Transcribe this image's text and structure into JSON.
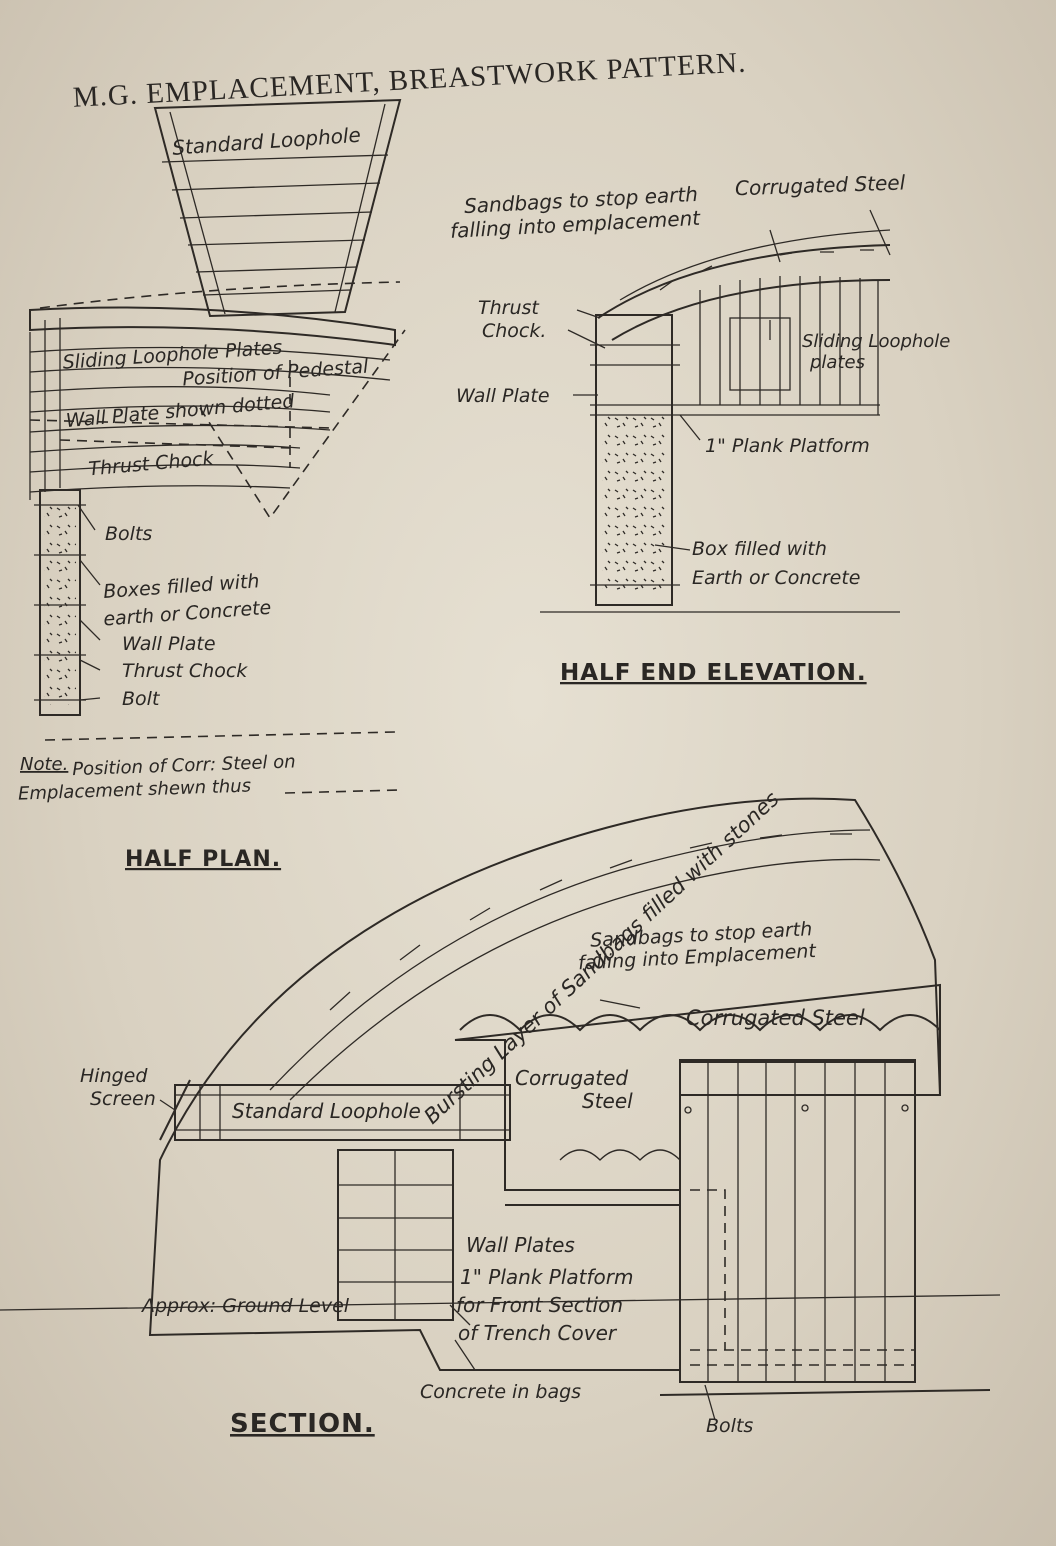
{
  "title": "M.G. EMPLACEMENT, BREASTWORK PATTERN.",
  "half_plan": {
    "caption": "HALF PLAN.",
    "labels": {
      "standard_loophole": "Standard Loophole",
      "sliding_loophole_plates": "Sliding Loophole Plates",
      "position_of_pedestal": "Position of Pedestal",
      "wall_plate_dotted": "Wall Plate shown dotted",
      "thrust_chock": "Thrust Chock",
      "bolts": "Bolts",
      "boxes_filled_1": "Boxes filled with",
      "boxes_filled_2": "earth or Concrete",
      "wall_plate": "Wall Plate",
      "thrust_chock_2": "Thrust Chock",
      "bolt": "Bolt"
    },
    "note_label": "Note.",
    "note_text_1": "Position of Corr: Steel on",
    "note_text_2": "Emplacement shewn thus"
  },
  "half_end_elevation": {
    "caption": "HALF END ELEVATION.",
    "labels": {
      "corrugated_steel": "Corrugated Steel",
      "sandbags_1": "Sandbags to stop earth",
      "sandbags_2": "falling into emplacement",
      "thrust_chock_1": "Thrust",
      "thrust_chock_2": "Chock.",
      "wall_plate": "Wall Plate",
      "sliding_1": "Sliding Loophole",
      "sliding_2": "plates",
      "plank_platform": "1\" Plank Platform",
      "box_filled_1": "Box filled with",
      "box_filled_2": "Earth or Concrete"
    }
  },
  "section": {
    "caption": "SECTION.",
    "labels": {
      "bursting_layer": "Bursting Layer of Sandbags filled with stones",
      "sandbags_1": "Sandbags to stop earth",
      "sandbags_2": "falling into Emplacement",
      "corrugated_steel": "Corrugated Steel",
      "hinged_1": "Hinged",
      "hinged_2": "Screen",
      "standard_loophole": "Standard Loophole",
      "corrugated_steel_2a": "Corrugated",
      "corrugated_steel_2b": "Steel",
      "wall_plates": "Wall Plates",
      "plank_1": "1\" Plank Platform",
      "plank_2": "for Front Section",
      "plank_3": "of Trench Cover",
      "ground_level": "Approx: Ground Level",
      "concrete_bags": "Concrete in bags",
      "bolts": "Bolts"
    }
  }
}
